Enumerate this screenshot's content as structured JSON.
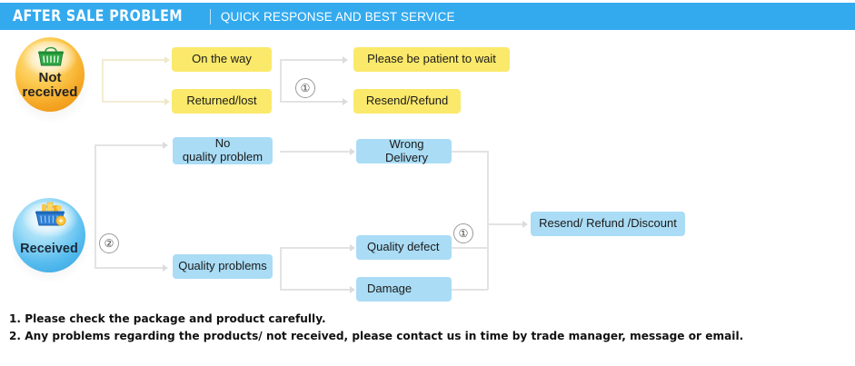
{
  "header": {
    "title": "AFTER SALE PROBLEM",
    "divider": "|",
    "subtitle": "QUICK RESPONSE AND BEST SERVICE",
    "background_color": "#33aaee",
    "text_color": "#ffffff"
  },
  "colors": {
    "yellow_node": "#fbe96b",
    "blue_node": "#aadcf5",
    "connector_gray": "#e3e3e3",
    "connector_cream": "#f2ecd2",
    "sphere_orange": "#f5a623",
    "sphere_blue": "#59bdef"
  },
  "diagram": {
    "branches": [
      {
        "id": "not-received",
        "sphere_label_line1": "Not",
        "sphere_label_line2": "received",
        "icon": "shopping-basket-icon",
        "marker": "①",
        "nodes": [
          {
            "id": "on-the-way",
            "label": "On the way",
            "color": "yellow"
          },
          {
            "id": "returned-lost",
            "label": "Returned/lost",
            "color": "yellow"
          },
          {
            "id": "be-patient",
            "label": "Please be patient to wait",
            "color": "yellow"
          },
          {
            "id": "resend-refund",
            "label": "Resend/Refund",
            "color": "yellow"
          }
        ]
      },
      {
        "id": "received",
        "sphere_label": "Received",
        "icon": "full-shopping-basket-icon",
        "marker_branch": "②",
        "marker_converge": "①",
        "nodes": [
          {
            "id": "no-quality-problem",
            "label_line1": "No",
            "label_line2": "quality problem",
            "color": "blue"
          },
          {
            "id": "quality-problems",
            "label": "Quality problems",
            "color": "blue"
          },
          {
            "id": "wrong-delivery",
            "label": "Wrong Delivery",
            "color": "blue"
          },
          {
            "id": "quality-defect",
            "label": "Quality defect",
            "color": "blue"
          },
          {
            "id": "damage",
            "label": "Damage",
            "color": "blue"
          },
          {
            "id": "resend-refund-discount",
            "label": "Resend/ Refund /Discount",
            "color": "blue"
          }
        ]
      }
    ]
  },
  "footer": {
    "line1": "1. Please check the package and product carefully.",
    "line2": "2. Any problems regarding the products/ not received, please contact us in time by trade manager, message or email."
  }
}
